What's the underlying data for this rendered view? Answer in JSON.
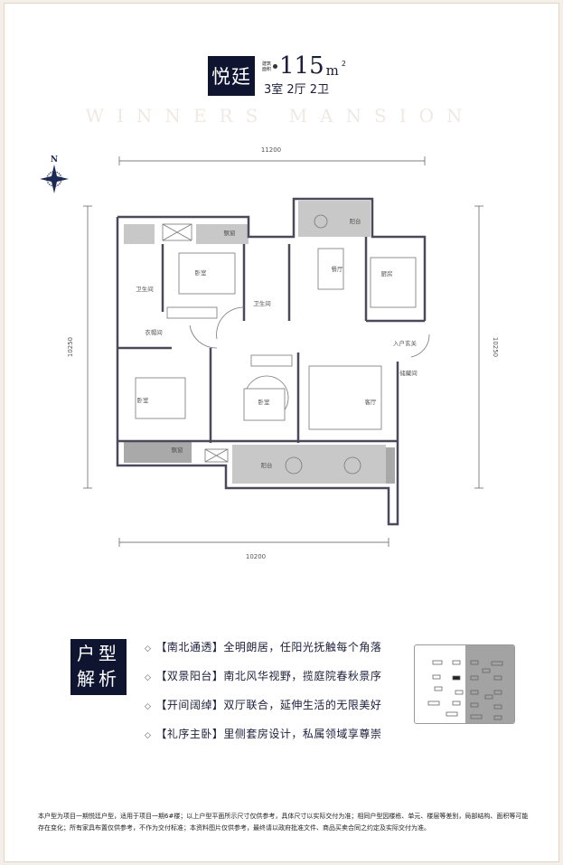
{
  "header": {
    "watermark": "WINNERS MANSION",
    "name": "悦廷",
    "area_label": "建筑面积",
    "area_value": "115",
    "area_unit": "m",
    "area_unit_sup": "2",
    "layout": "3室 2厅 2卫"
  },
  "compass": {
    "north": "N"
  },
  "dimensions": {
    "top": "11200",
    "bottom": "10200",
    "left": "10250",
    "right": "10250"
  },
  "rooms": {
    "balcony_north": "阳台",
    "kitchen": "厨房",
    "dining": "餐厅",
    "master_bedroom": "卧室",
    "master_bath": "卫生间",
    "guest_bath": "卫生间",
    "walk_in_closet": "衣帽间",
    "entrance": "入户玄关",
    "storage": "储藏间",
    "bedroom_sw": "卧室",
    "bedroom_s": "卧室",
    "living": "客厅",
    "bay_window_north": "飘窗",
    "bay_window_south": "飘窗",
    "balcony_south": "阳台"
  },
  "analysis": {
    "title_line1": "户型",
    "title_line2": "解析",
    "features": [
      "【南北通透】全明朗居，任阳光抚触每个角落",
      "【双景阳台】南北风华视野，揽庭院春秋景序",
      "【开间阔绰】双厅联合，延伸生活的无限美好",
      "【礼序主卧】里侧套房设计，私属领域享尊崇"
    ]
  },
  "disclaimer": "本户型为项目一期悦廷户型，适用于项目一期6#楼；以上户型平面所示尺寸仅供参考，具体尺寸以实际交付为准；相同户型因楼栋、单元、楼层等差别，局部结构、面积等可能存在变化；所有家具布置仅供参考，不作为交付标准；本资料图片仅供参考，最终请以政府批准文件、商品买卖合同之约定及实际交付为准。",
  "colors": {
    "navy": "#0f1431",
    "shade": "#c8c8c8",
    "wall": "#5a5a6a"
  }
}
